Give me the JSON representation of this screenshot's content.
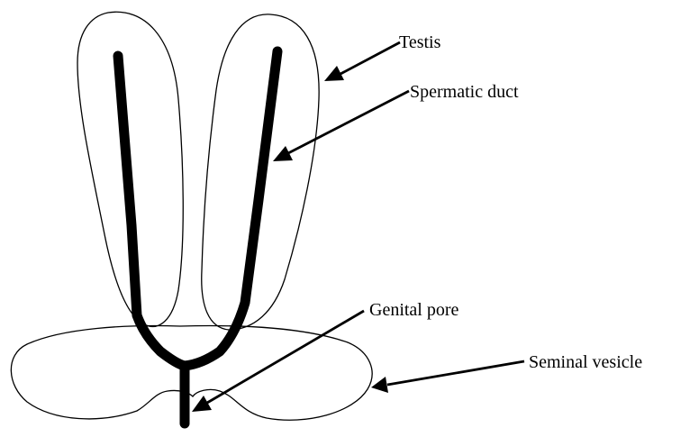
{
  "labels": {
    "testis": "Testis",
    "spermatic_duct": "Spermatic duct",
    "genital_pore": "Genital pore",
    "seminal_vesicle": "Seminal vesicle"
  },
  "colors": {
    "ink": "#000000",
    "background": "#ffffff"
  }
}
